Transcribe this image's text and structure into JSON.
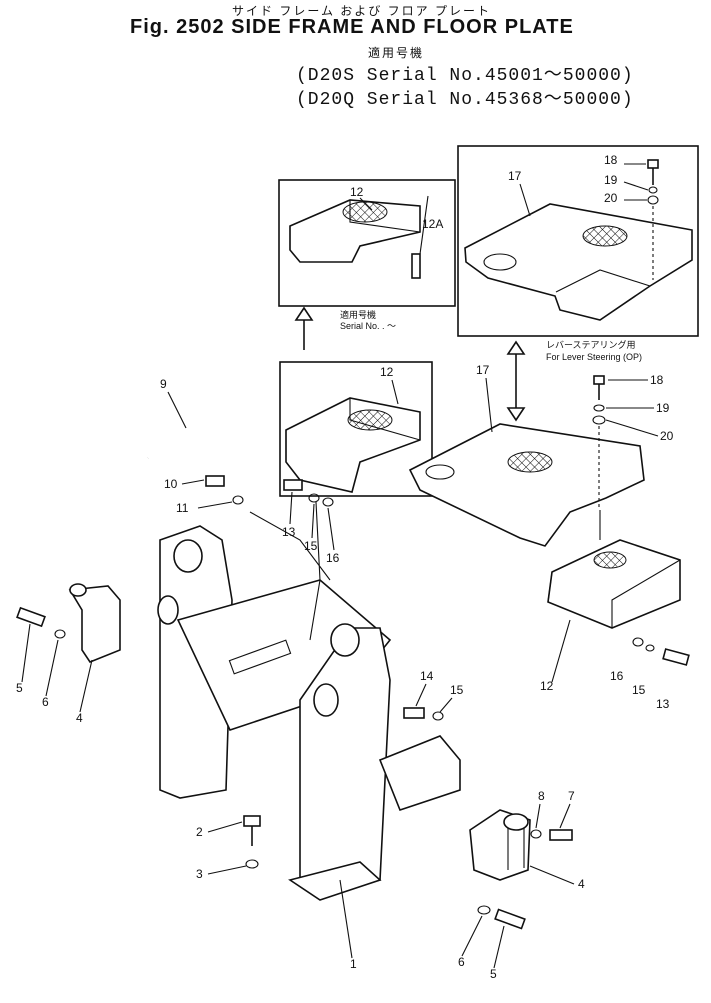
{
  "header": {
    "jp_title": "サイド フレーム および フロア プレート",
    "title": "Fig. 2502 SIDE FRAME AND FLOOR PLATE",
    "jp_applicable": "適用号機",
    "serial_1": "(D20S  Serial No.45001～50000)",
    "serial_2": "(D20Q  Serial No.45368～50000)"
  },
  "inset_left": {
    "jp_note": "適用号機",
    "serial_note": "Serial No. . ～"
  },
  "inset_right": {
    "jp_note": "レバーステアリング用",
    "note": "For Lever Steering (OP)"
  },
  "callouts": [
    "1",
    "2",
    "3",
    "4",
    "4",
    "5",
    "5",
    "6",
    "6",
    "7",
    "8",
    "9",
    "10",
    "11",
    "12",
    "12",
    "12",
    "12A",
    "13",
    "13",
    "14",
    "15",
    "15",
    "15",
    "16",
    "16",
    "17",
    "17",
    "18",
    "18",
    "19",
    "19",
    "20",
    "20"
  ]
}
